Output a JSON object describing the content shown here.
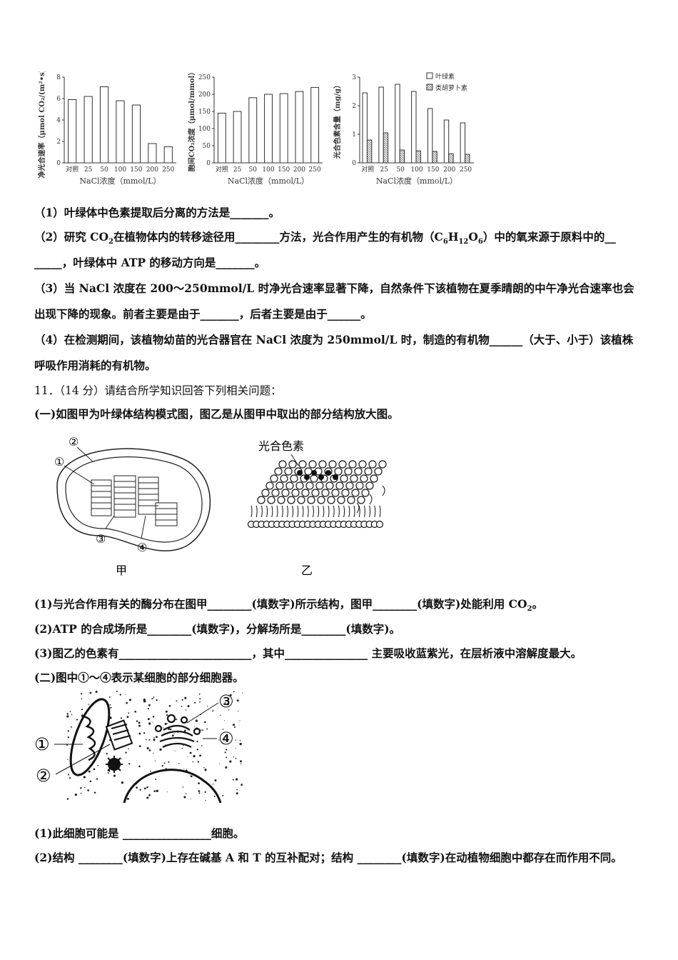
{
  "chart_data": [
    {
      "type": "bar",
      "ylabel": "净光合速率（μmol CO₂/(m²•s)）",
      "xlabel": "NaCl浓度（mmol/L）",
      "categories": [
        "对照",
        "25",
        "50",
        "100",
        "150",
        "200",
        "250"
      ],
      "ylim": [
        0,
        8
      ],
      "yticks": [
        "0",
        "2",
        "4",
        "6",
        "8"
      ],
      "values": [
        5.9,
        6.2,
        7.1,
        5.8,
        5.4,
        1.8,
        1.5
      ]
    },
    {
      "type": "bar",
      "ylabel": "胞间CO₂浓度（μmol/mmol）",
      "xlabel": "NaCl浓度（mmol/L）",
      "categories": [
        "对照",
        "25",
        "50",
        "100",
        "150",
        "200",
        "250"
      ],
      "ylim": [
        0,
        250
      ],
      "yticks": [
        "0",
        "50",
        "100",
        "150",
        "200",
        "250"
      ],
      "values": [
        145,
        150,
        190,
        200,
        202,
        208,
        220
      ]
    },
    {
      "type": "bar",
      "ylabel": "光合色素含量（mg/g）",
      "xlabel": "NaCl浓度（mmol/L）",
      "categories": [
        "对照",
        "25",
        "50",
        "100",
        "150",
        "200",
        "250"
      ],
      "ylim": [
        0,
        3
      ],
      "yticks": [
        "0",
        "1",
        "2",
        "3"
      ],
      "legend_position": "top-right",
      "series": [
        {
          "name": "叶绿素",
          "values": [
            2.45,
            2.65,
            2.75,
            2.5,
            1.9,
            1.5,
            1.4
          ]
        },
        {
          "name": "类胡萝卜素",
          "values": [
            0.8,
            1.05,
            0.45,
            0.42,
            0.4,
            0.32,
            0.3
          ]
        }
      ]
    }
  ],
  "q1": "（1）叶绿体中色素提取后分离的方法是_______。",
  "q2a_pre": "（2）研究 CO",
  "q2a_mid": "在植物体内的转移途径用________方法，光合作用产生的有机物（C",
  "q2a_post": "）中的氧来源于原料中的__",
  "q2b": "_____，叶绿体中 ATP 的移动方向是_______。",
  "q3a": "（3）当 NaCl 浓度在 200～250mmol/L 时净光合速率显著下降，自然条件下该植物在夏季晴朗的中午净光合速率也会",
  "q3b": "出现下降的现象。前者主要是由于_______，后者主要是由于______。",
  "q4a": "（4）在检测期间，该植物幼苗的光合器官在 NaCl 浓度为 250mmol/L 时，制造的有机物______（大于、小于）该植株",
  "q4b": "呼吸作用消耗的有机物。",
  "q11_title": "11．（14 分）请结合所学知识回答下列相关问题：",
  "part1_intro": "(一)如图甲为叶绿体结构模式图，图乙是从图甲中取出的部分结构放大图。",
  "fig1": {
    "labels": [
      "①",
      "②",
      "③",
      "④"
    ],
    "caption_left": "甲",
    "caption_right": "乙",
    "pigment_label": "光合色素"
  },
  "p1_q1_pre": "(1)与光合作用有关的酶分布在图甲________(填数字)所示结构，图甲________(填数字)处能利用 CO",
  "p1_q1_post": "。",
  "p1_q2": "(2)ATP 的合成场所是________(填数字)，分解场所是________(填数字)。",
  "p1_q3": "(3)图乙的色素有________________________，其中_______________ 主要吸收蓝紫光，在层析液中溶解度最大。",
  "part2_intro": "(二)图中①～④表示某细胞的部分细胞器。",
  "fig2": {
    "labels": [
      "①",
      "②",
      "③",
      "④"
    ]
  },
  "p2_q1": "(1)此细胞可能是 ________________细胞。",
  "p2_q2": "(2)结构 ________(填数字)上存在碱基 A 和 T 的互补配对；结构 ________(填数字)在动植物细胞中都存在而作用不同。"
}
